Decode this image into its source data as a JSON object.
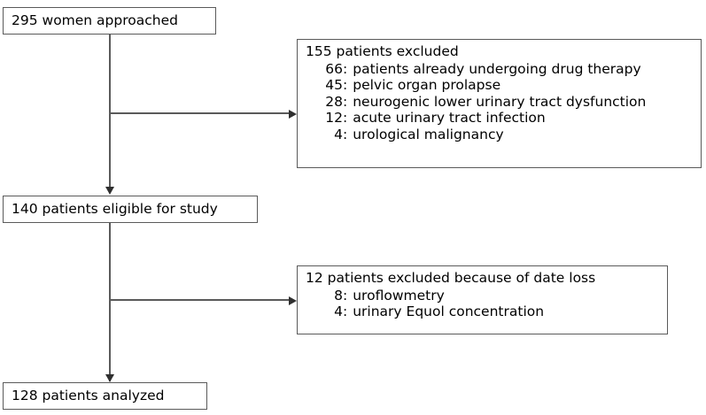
{
  "diagram": {
    "type": "participant-flow-chart",
    "nodes": {
      "approached": {
        "label": "295 women approached",
        "count": 295
      },
      "excluded_screening": {
        "heading": "155 patients excluded",
        "total": 155,
        "reasons": [
          {
            "count": "66",
            "colon": ":",
            "reason": "patients already undergoing drug therapy"
          },
          {
            "count": "45",
            "colon": ":",
            "reason": "pelvic organ prolapse"
          },
          {
            "count": "28",
            "colon": ":",
            "reason": "neurogenic lower urinary tract dysfunction"
          },
          {
            "count": "12",
            "colon": ":",
            "reason": "acute urinary tract infection"
          },
          {
            "count": "4",
            "colon": ":",
            "reason": "urological malignancy"
          }
        ]
      },
      "eligible": {
        "label": "140 patients eligible for study",
        "count": 140
      },
      "excluded_dataloss": {
        "heading": "12 patients excluded because of date loss",
        "total": 12,
        "reasons": [
          {
            "count": "8",
            "colon": ":",
            "reason": "uroflowmetry"
          },
          {
            "count": "4",
            "colon": ":",
            "reason": "urinary Equol concentration"
          }
        ]
      },
      "analyzed": {
        "label": "128 patients analyzed",
        "count": 128
      }
    },
    "colors": {
      "box_border": "#5a5a5a",
      "connector": "#5a5a5a",
      "arrowhead": "#2f2f2f",
      "background": "#ffffff",
      "text": "#000000"
    }
  }
}
